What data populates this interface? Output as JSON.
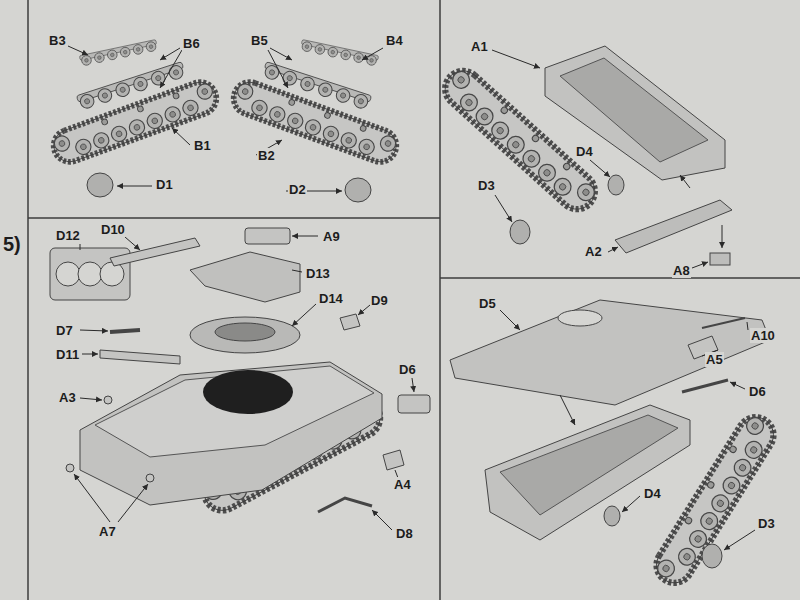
{
  "diagram": {
    "labels": [
      "B3",
      "B6",
      "B5",
      "B4",
      "B1",
      "B2",
      "D1",
      "D2",
      "A1",
      "D4",
      "D3",
      "A2",
      "A8",
      "5)",
      "D12",
      "D10",
      "A9",
      "D13",
      "D14",
      "D9",
      "D7",
      "D11",
      "D6",
      "A3",
      "A4",
      "A7",
      "D8",
      "D5",
      "A10",
      "A5",
      "D6",
      "D4",
      "D3"
    ]
  }
}
